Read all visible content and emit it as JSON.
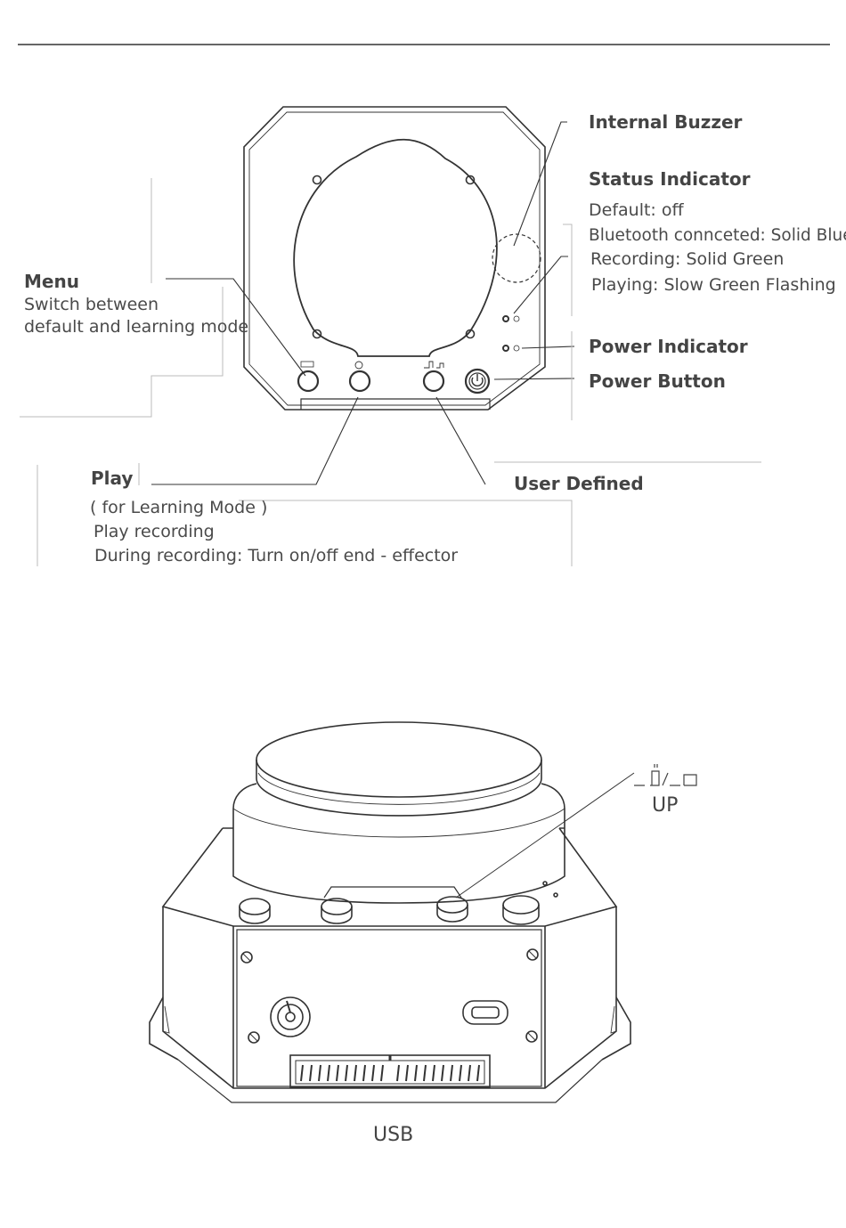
{
  "labels": {
    "internal_buzzer": "Internal Buzzer",
    "status_indicator": "Status Indicator",
    "status_lines": [
      "Default: off",
      "Bluetooth connceted: Solid Blue",
      "Recording: Solid Green",
      "Playing: Slow Green Flashing"
    ],
    "power_indicator": "Power Indicator",
    "power_button": "Power Button",
    "menu": "Menu",
    "menu_lines": [
      "Switch between",
      "default and learning mode"
    ],
    "play": "Play",
    "play_lines": [
      "( for Learning Mode )",
      "Play recording",
      "During recording: Turn on/off end - effector"
    ],
    "user_defined": "User Defined",
    "up": "UP",
    "usb": "USB"
  },
  "colors": {
    "line": "#333333",
    "light_line": "#bbbbbb",
    "text": "#4a4a4a"
  }
}
